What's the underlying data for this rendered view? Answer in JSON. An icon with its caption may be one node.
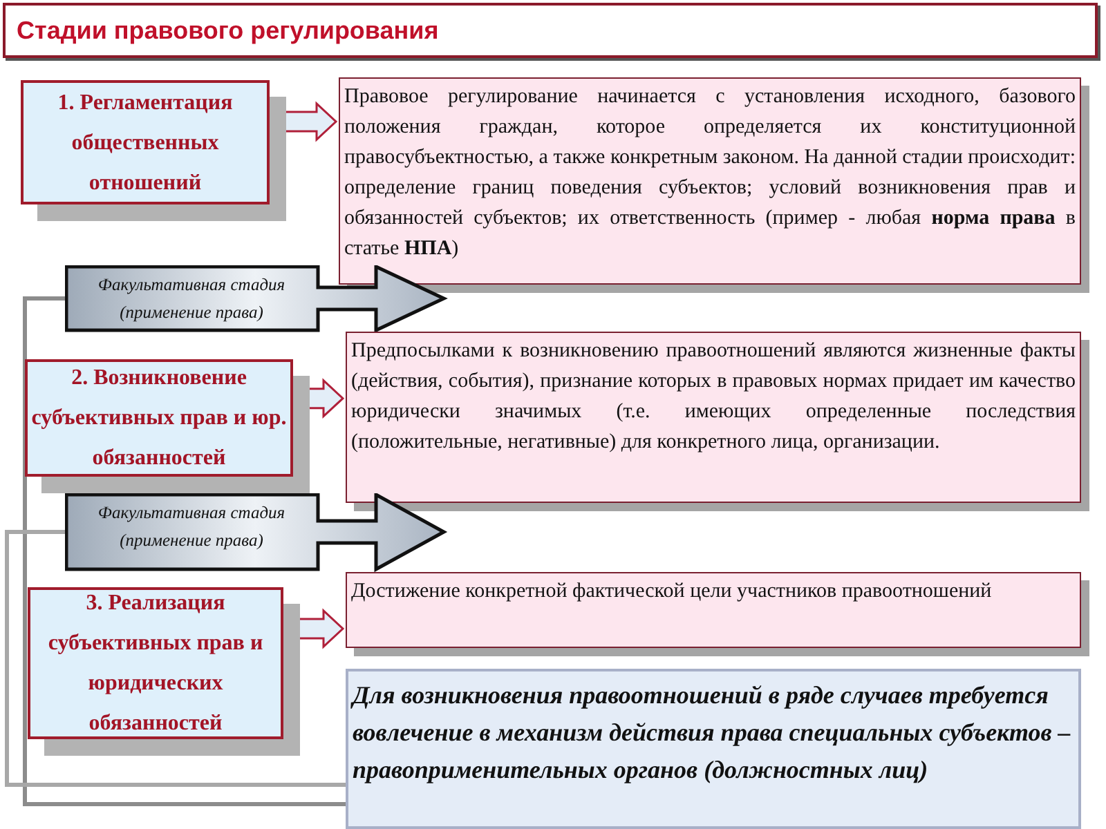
{
  "diagram": {
    "title": "Стадии правового регулирования",
    "nodes": [
      {
        "text": [
          "1. Регламентация общественных отношений"
        ]
      },
      {
        "text": [
          "Правовое регулирование начинается с установления исходного, базового положения граждан, которое определяется их конституционной правосубъектностью, а также конкретным законом. На данной стадии происходит: определение границ поведения субъектов; условий возникновения прав и обязанностей субъектов; их ответственность (пример - любая **норма права** в статье **НПА**)"
        ]
      },
      {
        "text": [
          "Факультативная стадия (применение права)"
        ]
      },
      {
        "text": [
          "2. Возникновение субъективных прав и юр. обязанностей"
        ]
      },
      {
        "text": [
          "Предпосылками к возникновению правоотношений являются жизненные факты (действия, события), признание которых в правовых нормах придает им качество юридически значимых (т.е. имеющих определенные последствия (положительные, негативные) для конкретного лица, организации."
        ]
      },
      {
        "text": [
          "Факультативная стадия (применение права)"
        ]
      },
      {
        "text": [
          "3. Реализация субъективных прав и юридических обязанностей"
        ]
      },
      {
        "text": [
          "Достижение конкретной фактической цели участников правоотношений"
        ]
      },
      {
        "text": [
          "Для возникновения правоотношений в ряде случаев требуется вовлечение в механизм действия права специальных субъектов – правоприменительных органов (должностных лиц)"
        ]
      }
    ],
    "edges": [
      {
        "from": 0,
        "to": 1,
        "arrow": "to"
      },
      {
        "from": 3,
        "to": 4,
        "arrow": "to"
      },
      {
        "from": 6,
        "to": 7,
        "arrow": "to"
      },
      {
        "from": 2,
        "to": 8,
        "arrow": "none",
        "color": "#8c8c8c"
      },
      {
        "from": 5,
        "to": 8,
        "arrow": "none",
        "color": "#a8a8a8"
      }
    ]
  }
}
